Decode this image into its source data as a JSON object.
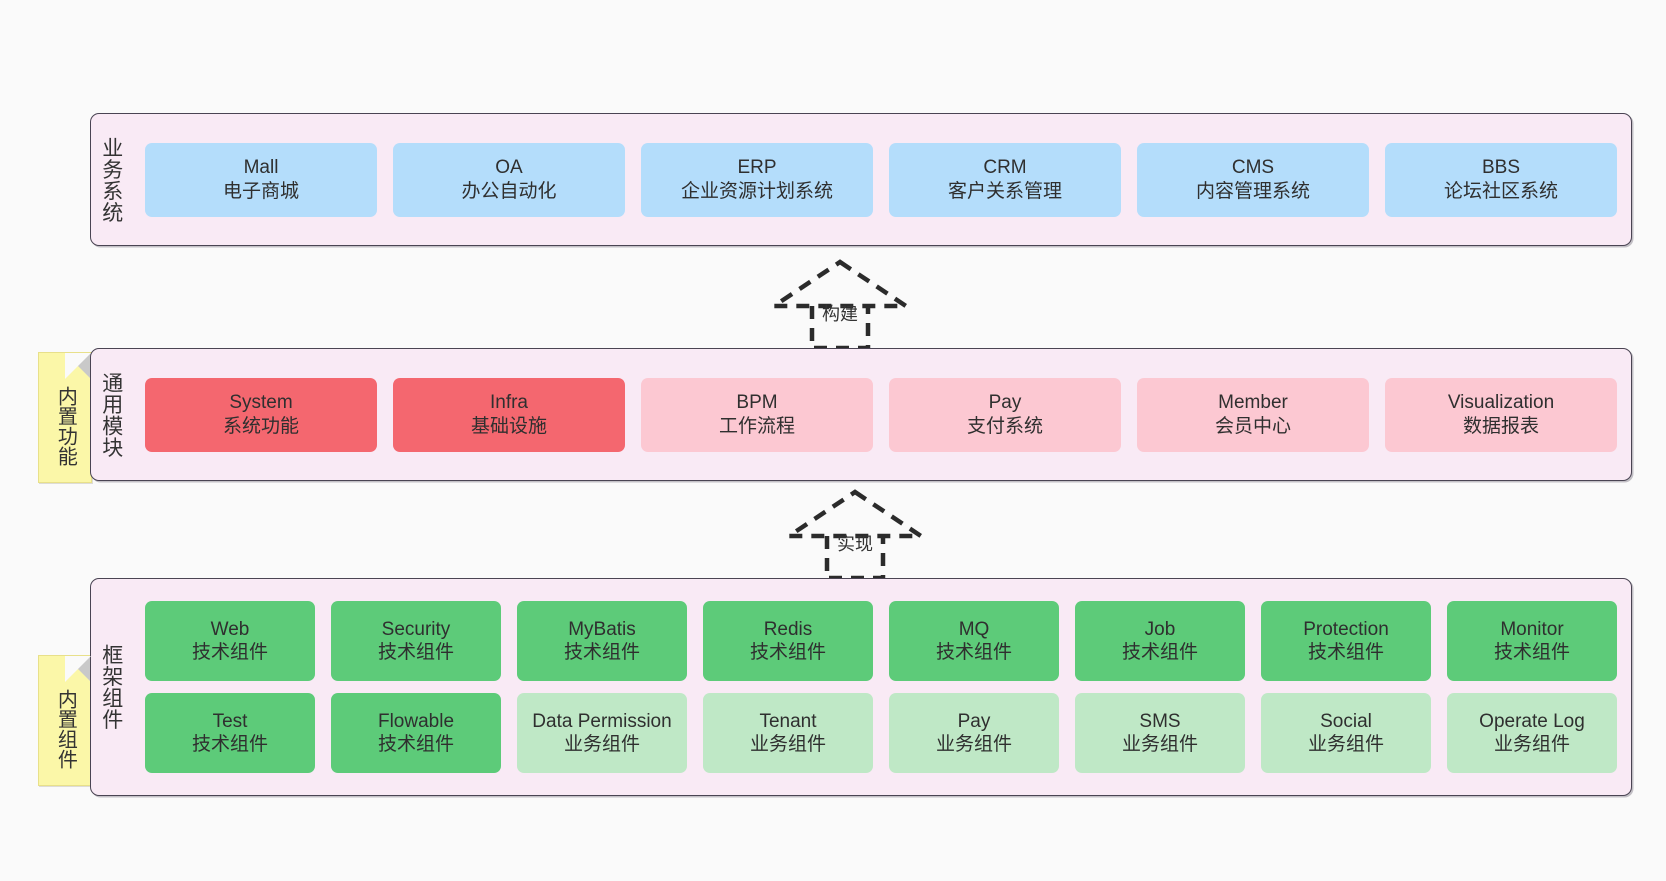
{
  "diagram": {
    "background_color": "#fafafa",
    "panel_color": "#f9eaf5",
    "panel_border_color": "#4a4453"
  },
  "layers": [
    {
      "id": "business-system",
      "caption": "业务系统",
      "card_color": "#b4ddfb",
      "rows": [
        {
          "cards": [
            {
              "title": "Mall",
              "subtitle": "电子商城",
              "color": "#b4ddfb"
            },
            {
              "title": "OA",
              "subtitle": "办公自动化",
              "color": "#b4ddfb"
            },
            {
              "title": "ERP",
              "subtitle": "企业资源计划系统",
              "color": "#b4ddfb"
            },
            {
              "title": "CRM",
              "subtitle": "客户关系管理",
              "color": "#b4ddfb"
            },
            {
              "title": "CMS",
              "subtitle": "内容管理系统",
              "color": "#b4ddfb"
            },
            {
              "title": "BBS",
              "subtitle": "论坛社区系统",
              "color": "#b4ddfb"
            }
          ]
        }
      ]
    },
    {
      "id": "common-module",
      "caption": "通用模块",
      "sticky": "内置功能",
      "rows": [
        {
          "cards": [
            {
              "title": "System",
              "subtitle": "系统功能",
              "color": "#f4676f"
            },
            {
              "title": "Infra",
              "subtitle": "基础设施",
              "color": "#f4676f"
            },
            {
              "title": "BPM",
              "subtitle": "工作流程",
              "color": "#fcc8d2"
            },
            {
              "title": "Pay",
              "subtitle": "支付系统",
              "color": "#fcc8d2"
            },
            {
              "title": "Member",
              "subtitle": "会员中心",
              "color": "#fcc8d2"
            },
            {
              "title": "Visualization",
              "subtitle": "数据报表",
              "color": "#fcc8d2"
            }
          ]
        }
      ]
    },
    {
      "id": "framework-component",
      "caption": "框架组件",
      "sticky": "内置组件",
      "rows": [
        {
          "cards": [
            {
              "title": "Web",
              "subtitle": "技术组件",
              "color": "#5dcb79"
            },
            {
              "title": "Security",
              "subtitle": "技术组件",
              "color": "#5dcb79"
            },
            {
              "title": "MyBatis",
              "subtitle": "技术组件",
              "color": "#5dcb79"
            },
            {
              "title": "Redis",
              "subtitle": "技术组件",
              "color": "#5dcb79"
            },
            {
              "title": "MQ",
              "subtitle": "技术组件",
              "color": "#5dcb79"
            },
            {
              "title": "Job",
              "subtitle": "技术组件",
              "color": "#5dcb79"
            },
            {
              "title": "Protection",
              "subtitle": "技术组件",
              "color": "#5dcb79"
            },
            {
              "title": "Monitor",
              "subtitle": "技术组件",
              "color": "#5dcb79"
            }
          ]
        },
        {
          "cards": [
            {
              "title": "Test",
              "subtitle": "技术组件",
              "color": "#5dcb79"
            },
            {
              "title": "Flowable",
              "subtitle": "技术组件",
              "color": "#5dcb79"
            },
            {
              "title": "Data Permission",
              "subtitle": "业务组件",
              "color": "#bfe8c6"
            },
            {
              "title": "Tenant",
              "subtitle": "业务组件",
              "color": "#bfe8c6"
            },
            {
              "title": "Pay",
              "subtitle": "业务组件",
              "color": "#bfe8c6"
            },
            {
              "title": "SMS",
              "subtitle": "业务组件",
              "color": "#bfe8c6"
            },
            {
              "title": "Social",
              "subtitle": "业务组件",
              "color": "#bfe8c6"
            },
            {
              "title": "Operate Log",
              "subtitle": "业务组件",
              "color": "#bfe8c6"
            }
          ]
        }
      ]
    }
  ],
  "connectors": [
    {
      "id": "build",
      "label": "构建",
      "style": "dashed-hollow-triangle",
      "direction": "up"
    },
    {
      "id": "implement",
      "label": "实现",
      "style": "dashed-hollow-triangle",
      "direction": "up"
    }
  ]
}
